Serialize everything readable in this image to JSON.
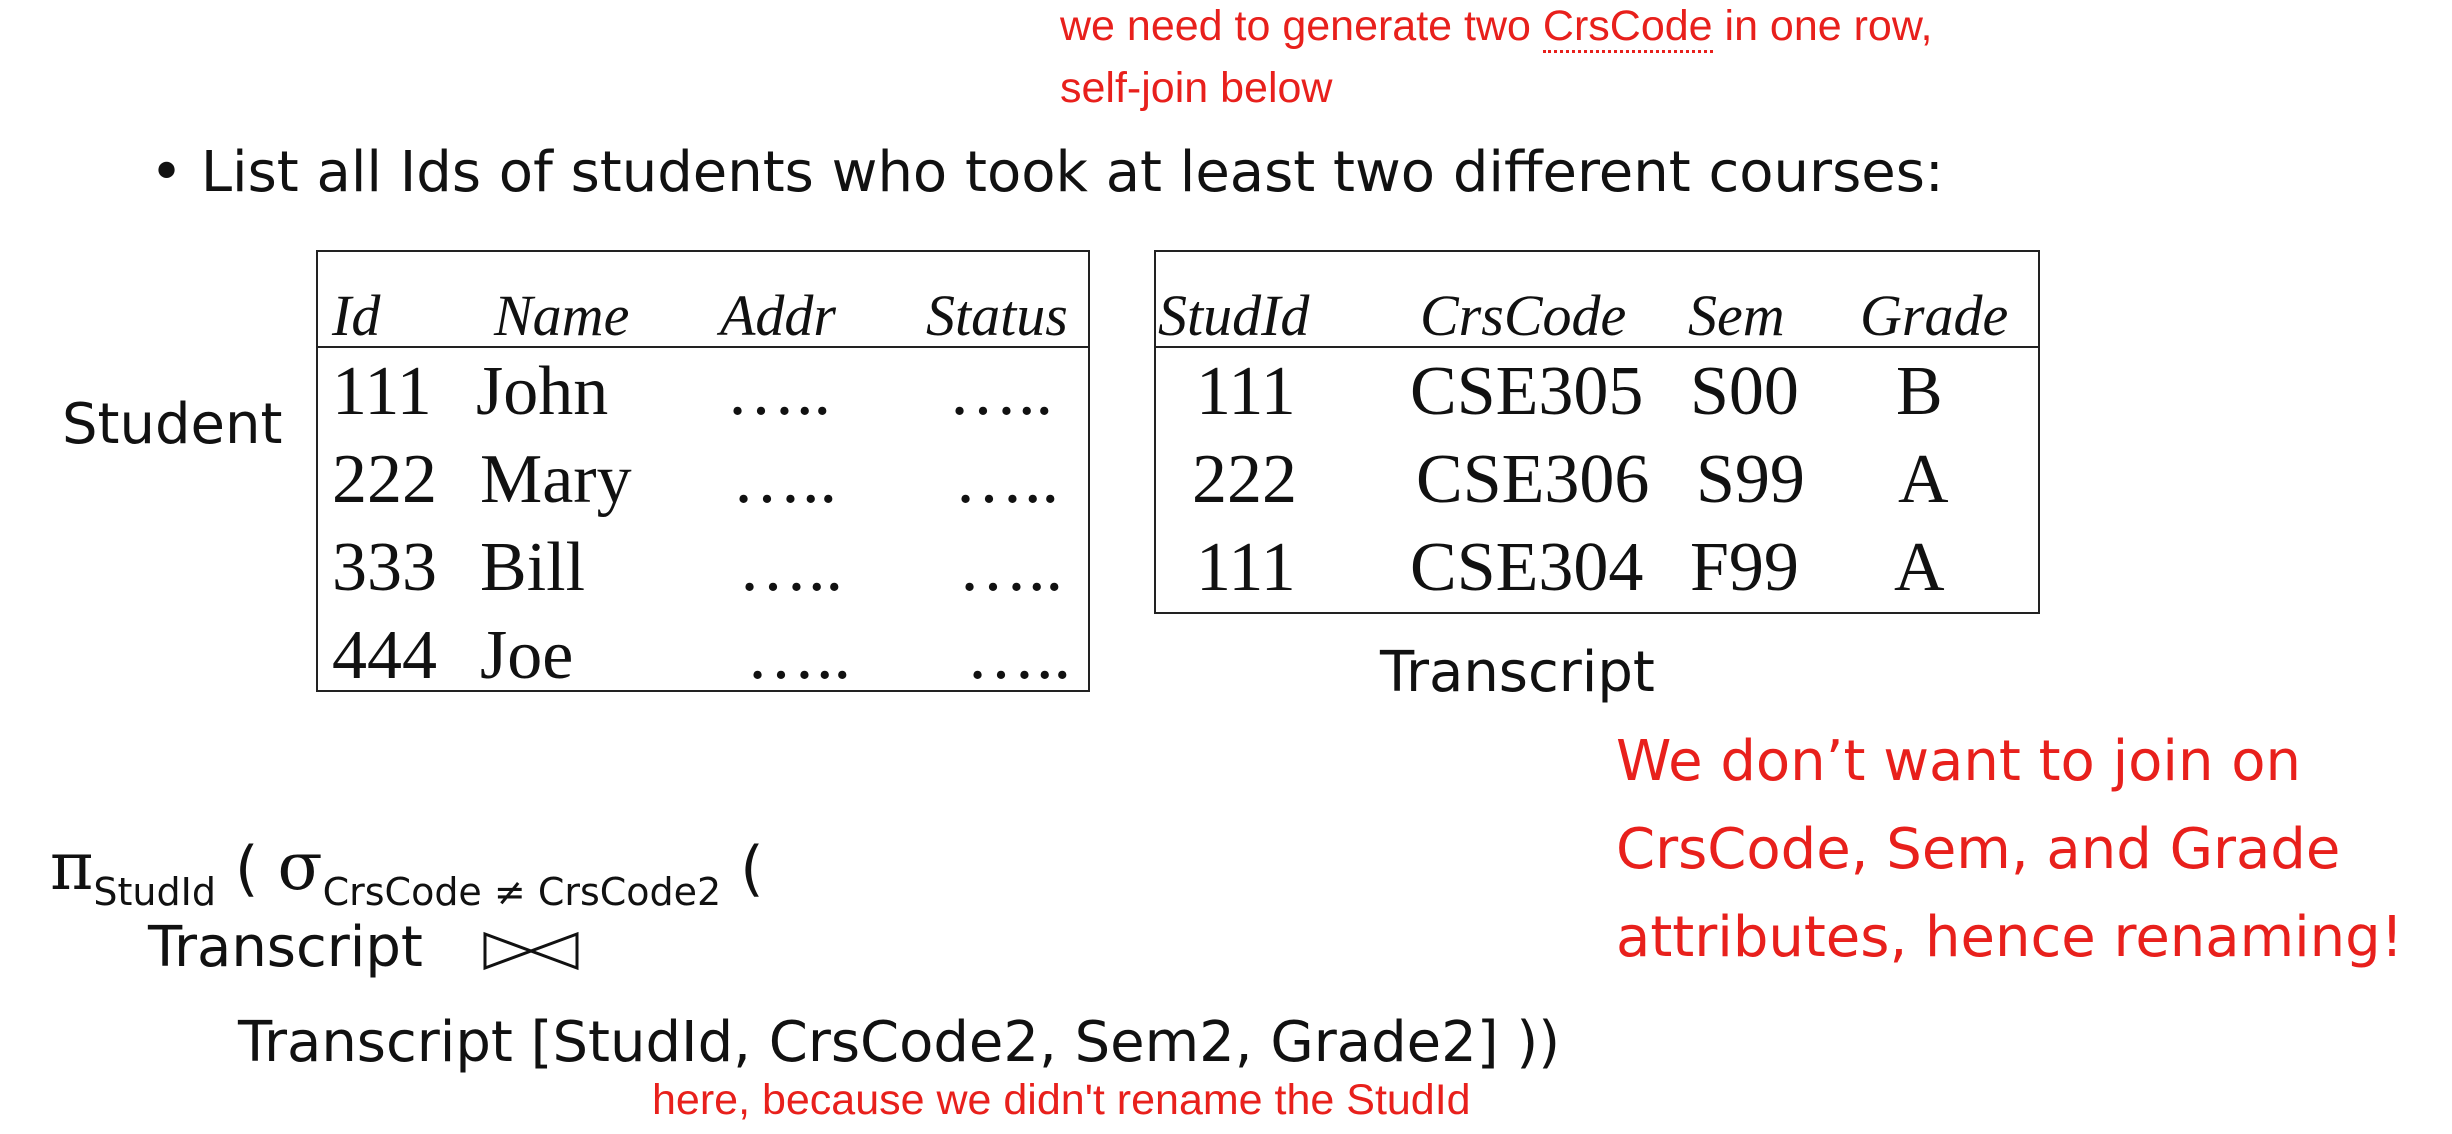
{
  "notes": {
    "top_line1_pre": "we need to generate two ",
    "top_line1_word": "CrsCode",
    "top_line1_post": " in one row,",
    "top_line2": "self-join below",
    "right_line1": "We don’t want to join on",
    "right_line2": "CrsCode, Sem, and Grade",
    "right_line3": "attributes, hence renaming!",
    "bottom": "here, because we didn't rename the StudId"
  },
  "question": {
    "bullet": "•",
    "text": "List all Ids of students who took at least two different courses:"
  },
  "student": {
    "label": "Student",
    "headers": [
      "Id",
      "Name",
      "Addr",
      "Status"
    ],
    "rows": [
      [
        "111",
        "John",
        "…..",
        "….."
      ],
      [
        "222",
        "Mary",
        "…..",
        "….."
      ],
      [
        "333",
        "Bill",
        "…..",
        "….."
      ],
      [
        "444",
        "Joe",
        "…..",
        "….."
      ]
    ]
  },
  "transcript": {
    "label": "Transcript",
    "headers": [
      "StudId",
      "CrsCode",
      "Sem",
      "Grade"
    ],
    "rows": [
      [
        "111",
        "CSE305",
        "S00",
        "B"
      ],
      [
        "222",
        "CSE306",
        "S99",
        "A"
      ],
      [
        "111",
        "CSE304",
        "F99",
        "A"
      ]
    ]
  },
  "expression": {
    "pi": "π",
    "pi_sub": "StudId",
    "open1": " ( ",
    "sigma": "σ",
    "sigma_sub": "CrsCode ≠ CrsCode2",
    "open2": " (",
    "line2": "Transcript",
    "line3": "Transcript [StudId, CrsCode2, Sem2, Grade2] ))"
  }
}
